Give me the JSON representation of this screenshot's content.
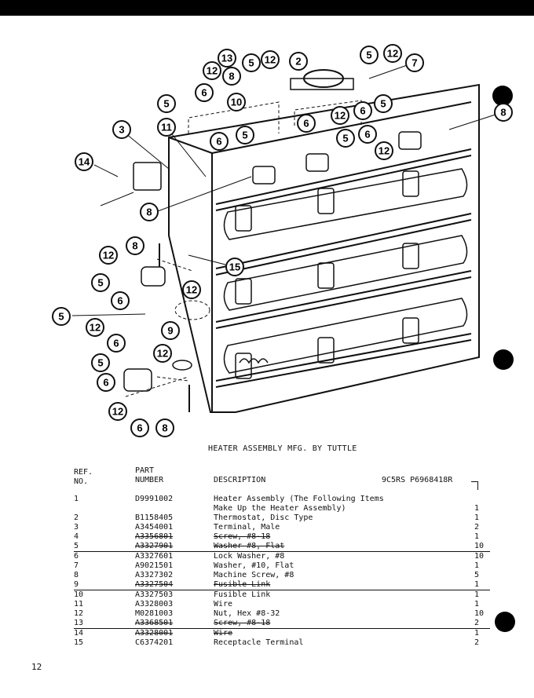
{
  "diagram": {
    "callouts": [
      "2",
      "3",
      "5",
      "5",
      "5",
      "5",
      "5",
      "5",
      "5",
      "5",
      "5",
      "6",
      "6",
      "6",
      "6",
      "6",
      "6",
      "6",
      "6",
      "6",
      "7",
      "8",
      "8",
      "8",
      "8",
      "8",
      "9",
      "10",
      "11",
      "12",
      "12",
      "12",
      "12",
      "12",
      "12",
      "12",
      "12",
      "12",
      "12",
      "13",
      "14",
      "15"
    ]
  },
  "caption": "HEATER ASSEMBLY MFG. BY TUTTLE",
  "table": {
    "headers": {
      "ref_line1": "REF.",
      "ref_line2": "NO.",
      "part_line1": "PART",
      "part_line2": "NUMBER",
      "description": "DESCRIPTION",
      "model": "9C5RS P6968418R"
    },
    "rows": [
      {
        "ref": "1",
        "part": "D9991002",
        "desc": "Heater Assembly (The Following Items",
        "qty": ""
      },
      {
        "ref": "",
        "part": "",
        "desc": "  Make Up the Heater Assembly)",
        "qty": "1"
      },
      {
        "ref": "2",
        "part": "B1158405",
        "desc": "Thermostat, Disc Type",
        "qty": "1"
      },
      {
        "ref": "3",
        "part": "A3454001",
        "desc": "Terminal, Male",
        "qty": "2"
      },
      {
        "ref": "4",
        "part": "A3356801",
        "desc": "Screw, #8-18",
        "qty": "1"
      },
      {
        "ref": "5",
        "part": "A3327901",
        "desc": "Washer #8, Flat",
        "qty": "10"
      },
      {
        "ref": "6",
        "part": "A3327601",
        "desc": "Lock Washer, #8",
        "qty": "10"
      },
      {
        "ref": "7",
        "part": "A9021501",
        "desc": "Washer, #10, Flat",
        "qty": "1"
      },
      {
        "ref": "8",
        "part": "A3327302",
        "desc": "Machine Screw, #8",
        "qty": "5"
      },
      {
        "ref": "9",
        "part": "A3327504",
        "desc": "Fusible Link",
        "qty": "1"
      },
      {
        "ref": "10",
        "part": "A3327503",
        "desc": "Fusible Link",
        "qty": "1"
      },
      {
        "ref": "11",
        "part": "A3328003",
        "desc": "Wire",
        "qty": "1"
      },
      {
        "ref": "12",
        "part": "M0281003",
        "desc": "Nut, Hex #8-32",
        "qty": "10"
      },
      {
        "ref": "13",
        "part": "A3368501",
        "desc": "Screw, #8-18",
        "qty": "2"
      },
      {
        "ref": "14",
        "part": "A3328001",
        "desc": "Wire",
        "qty": "1"
      },
      {
        "ref": "15",
        "part": "C6374201",
        "desc": "Receptacle Terminal",
        "qty": "2"
      }
    ]
  },
  "page_number": "12"
}
